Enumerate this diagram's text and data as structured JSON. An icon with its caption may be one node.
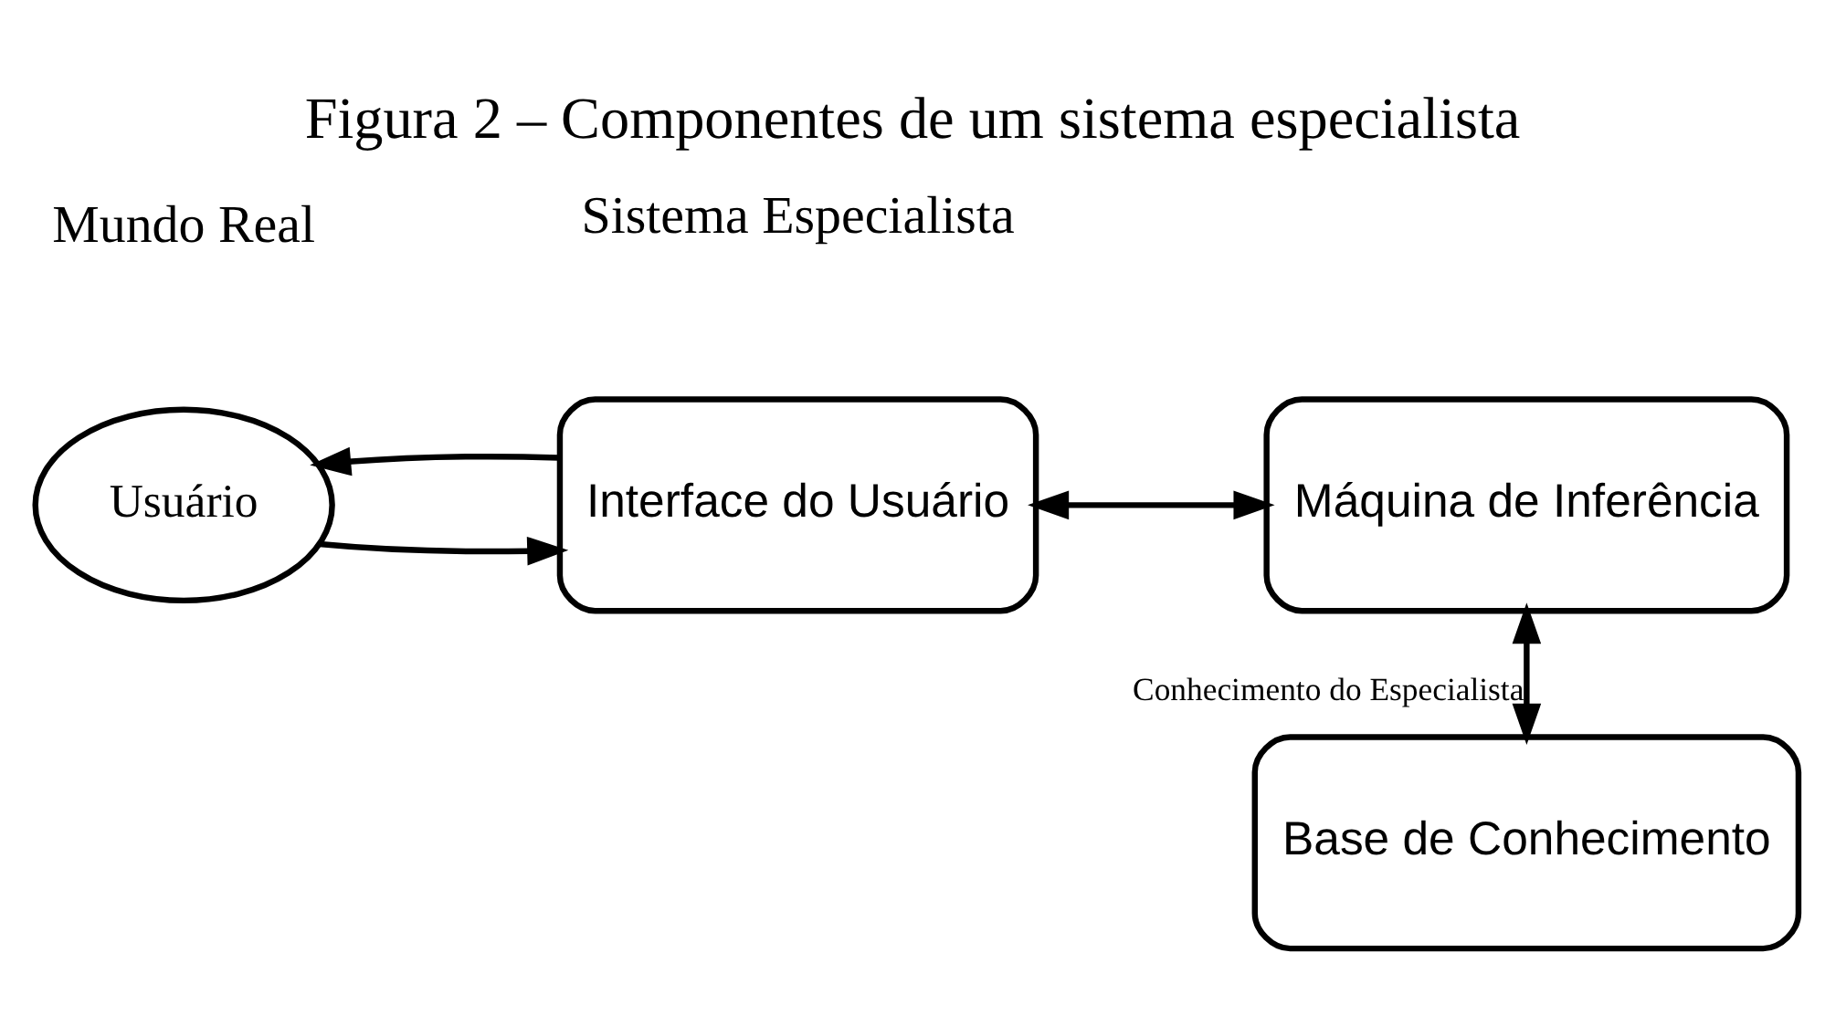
{
  "diagram": {
    "title": "Figura 2 – Componentes de um sistema especialista",
    "nodes": [
      {
        "text": [
          "Usuário"
        ]
      },
      {
        "text": [
          "Interface do Usuário"
        ]
      },
      {
        "text": [
          "Máquina de Inferência"
        ]
      },
      {
        "text": [
          "Base de Conhecimento"
        ]
      }
    ],
    "edges": [
      {
        "from": 0,
        "to": 1,
        "arrow": "to"
      },
      {
        "from": 1,
        "to": 0,
        "arrow": "to"
      },
      {
        "from": 1,
        "to": 2,
        "arrow": "both"
      },
      {
        "from": 2,
        "to": 3,
        "arrow": "both",
        "label": "Conhecimento do Especialista"
      }
    ],
    "labels": [
      "Mundo Real",
      "Sistema Especialista"
    ]
  }
}
